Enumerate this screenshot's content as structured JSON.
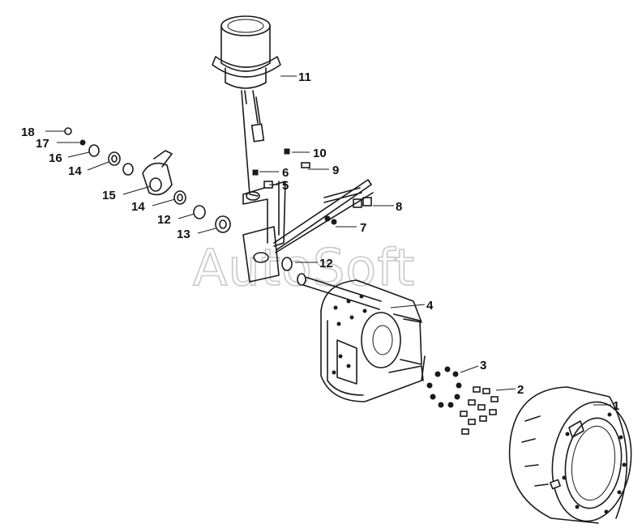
{
  "watermark": "AutoSoft",
  "callouts": [
    {
      "number": "1",
      "part": "brake-drum"
    },
    {
      "number": "2",
      "part": "drum-bolt"
    },
    {
      "number": "3",
      "part": "hub-nut-ring"
    },
    {
      "number": "4",
      "part": "brake-shoe-assembly"
    },
    {
      "number": "5",
      "part": "actuator-bracket"
    },
    {
      "number": "6",
      "part": "bracket-bolt"
    },
    {
      "number": "7",
      "part": "lock-nut"
    },
    {
      "number": "8",
      "part": "pin"
    },
    {
      "number": "9",
      "part": "cotter-pin"
    },
    {
      "number": "10",
      "part": "clevis-nut"
    },
    {
      "number": "11",
      "part": "brake-chamber"
    },
    {
      "number": "12",
      "part": "seal-ring"
    },
    {
      "number": "12",
      "part": "seal-ring-lower"
    },
    {
      "number": "13",
      "part": "bushing"
    },
    {
      "number": "14",
      "part": "spacer-washer"
    },
    {
      "number": "14",
      "part": "spacer-washer-lower"
    },
    {
      "number": "15",
      "part": "slack-adjuster"
    },
    {
      "number": "16",
      "part": "washer"
    },
    {
      "number": "17",
      "part": "spring-washer"
    },
    {
      "number": "18",
      "part": "bolt"
    }
  ]
}
